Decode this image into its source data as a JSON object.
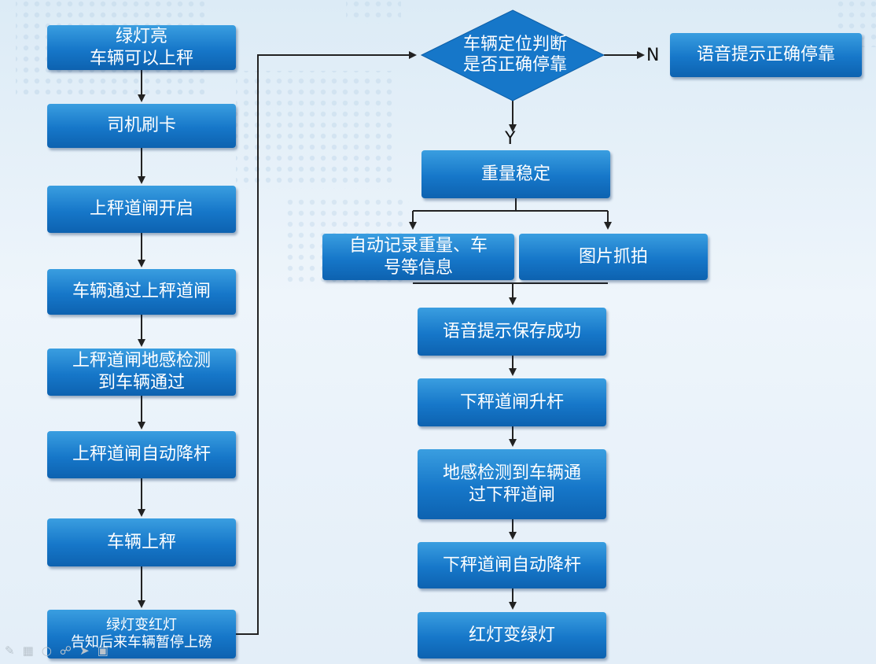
{
  "left_column": [
    "绿灯亮\n车辆可以上秤",
    "司机刷卡",
    "上秤道闸开启",
    "车辆通过上秤道闸",
    "上秤道闸地感检测\n到车辆通过",
    "上秤道闸自动降杆",
    "车辆上秤",
    "绿灯变红灯\n告知后来车辆暂停上磅"
  ],
  "decision": "车辆定位判断\n是否正确停靠",
  "no_label": "N",
  "yes_label": "Y",
  "no_result": "语音提示正确停靠",
  "weight_stable": "重量稳定",
  "record_info": "自动记录重量、车\n号等信息",
  "capture_photo": "图片抓拍",
  "right_column": [
    "语音提示保存成功",
    "下秤道闸升杆",
    "地感检测到车辆通\n过下秤道闸",
    "下秤道闸自动降杆",
    "红灯变绿灯"
  ],
  "colors": {
    "box": "#1677c9",
    "line": "#222222"
  }
}
